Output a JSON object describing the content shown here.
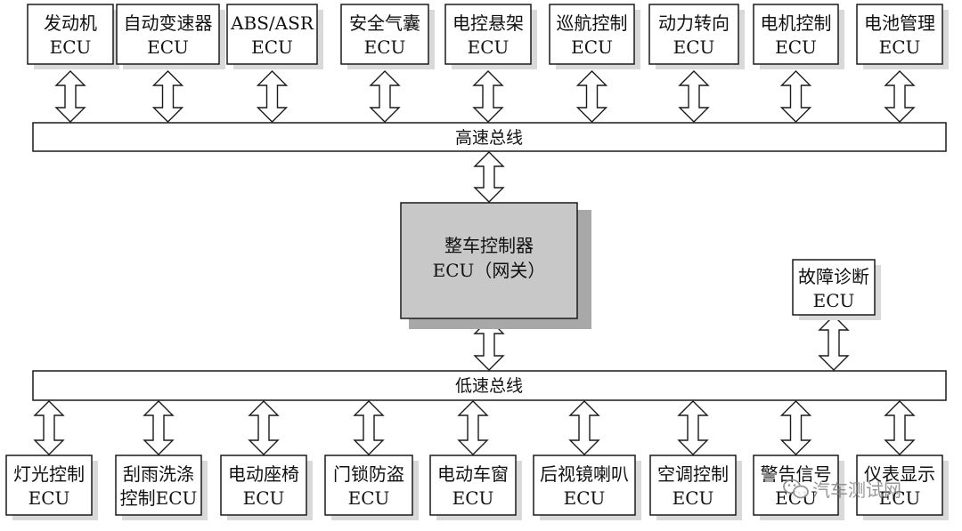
{
  "colors": {
    "box_fill": "#ffffff",
    "box_shadow": "#d9d9d9",
    "gateway_fill": "#c8c8c8",
    "gateway_shadow": "#a8a8a8",
    "line": "#1a1a1a",
    "watermark": "#8a8a8a"
  },
  "diagram": {
    "high_bus_label": "高速总线",
    "low_bus_label": "低速总线",
    "gateway": {
      "line1": "整车控制器",
      "line2": "ECU（网关）"
    },
    "diagnostic": {
      "line1": "故障诊断",
      "line2": "ECU"
    },
    "top_ecus": [
      {
        "line1": "发动机",
        "line2": "ECU"
      },
      {
        "line1": "自动变速器",
        "line2": "ECU"
      },
      {
        "line1": "ABS/ASR",
        "line2": "ECU"
      },
      {
        "line1": "安全气囊",
        "line2": "ECU"
      },
      {
        "line1": "电控悬架",
        "line2": "ECU"
      },
      {
        "line1": "巡航控制",
        "line2": "ECU"
      },
      {
        "line1": "动力转向",
        "line2": "ECU"
      },
      {
        "line1": "电机控制",
        "line2": "ECU"
      },
      {
        "line1": "电池管理",
        "line2": "ECU"
      }
    ],
    "bottom_ecus": [
      {
        "line1": "灯光控制",
        "line2": "ECU"
      },
      {
        "line1": "刮雨洗涤",
        "line2": "控制ECU"
      },
      {
        "line1": "电动座椅",
        "line2": "ECU"
      },
      {
        "line1": "门锁防盗",
        "line2": "ECU"
      },
      {
        "line1": "电动车窗",
        "line2": "ECU"
      },
      {
        "line1": "后视镜喇叭",
        "line2": "ECU"
      },
      {
        "line1": "空调控制",
        "line2": "ECU"
      },
      {
        "line1": "警告信号",
        "line2": "ECU"
      },
      {
        "line1": "仪表显示",
        "line2": "ECU"
      }
    ],
    "watermark": {
      "icon": "wechat-icon",
      "text": "汽车测试网"
    }
  }
}
